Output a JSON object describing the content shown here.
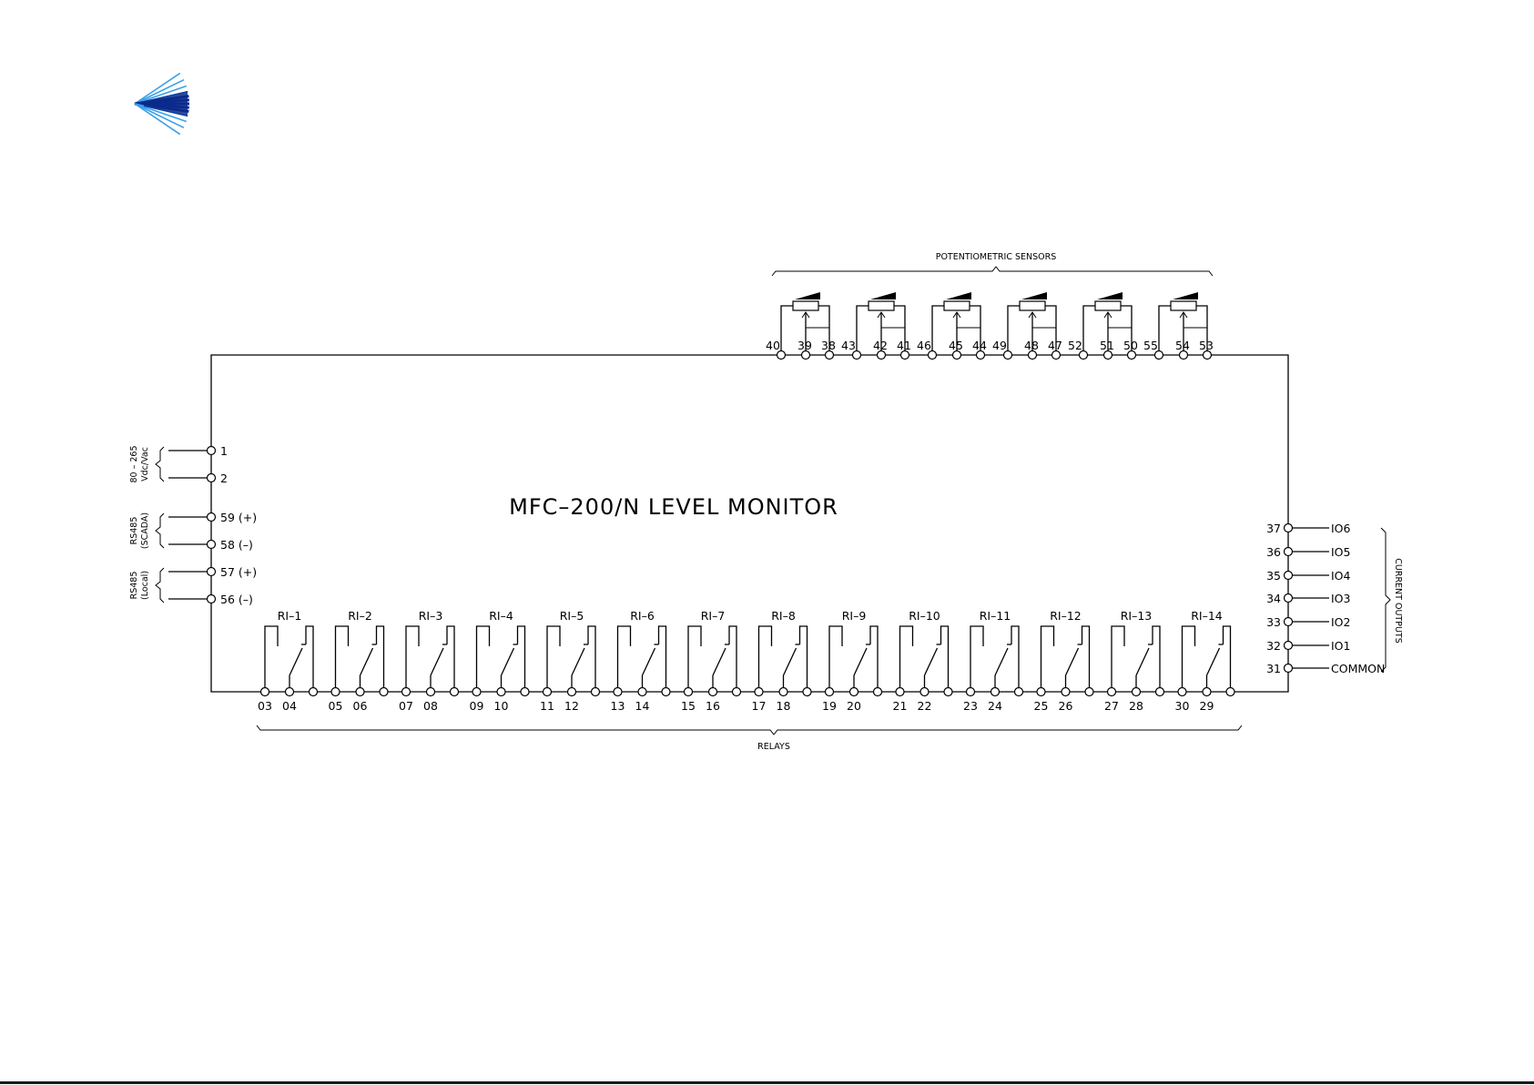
{
  "title": "MFC–200/N LEVEL MONITOR",
  "colors": {
    "line": "#000000",
    "logo_dark": "#0a2a8c",
    "logo_light": "#3aa0e8"
  },
  "logo": {
    "icon": "blue-fan-logo-icon"
  },
  "top_group": {
    "label": "POTENTIOMETRIC SENSORS",
    "sensors": [
      {
        "terminals": [
          "40",
          "39",
          "38"
        ]
      },
      {
        "terminals": [
          "43",
          "42",
          "41"
        ]
      },
      {
        "terminals": [
          "46",
          "45",
          "44"
        ]
      },
      {
        "terminals": [
          "49",
          "48",
          "47"
        ]
      },
      {
        "terminals": [
          "52",
          "51",
          "50"
        ]
      },
      {
        "terminals": [
          "55",
          "54",
          "53"
        ]
      }
    ]
  },
  "left_group": {
    "power": {
      "label_line1": "80 – 265",
      "label_line2": "Vdc/Vac",
      "terminals": [
        "1",
        "2"
      ]
    },
    "scada": {
      "label_line1": "RS485",
      "label_line2": "(SCADA)",
      "terminals": [
        "59 (+)",
        "58 (–)"
      ]
    },
    "local": {
      "label_line1": "RS485",
      "label_line2": "(Local)",
      "terminals": [
        "57 (+)",
        "56 (–)"
      ]
    }
  },
  "right_group": {
    "label": "CURRENT OUTPUTS",
    "outputs": [
      {
        "terminal": "37",
        "name": "IO6"
      },
      {
        "terminal": "36",
        "name": "IO5"
      },
      {
        "terminal": "35",
        "name": "IO4"
      },
      {
        "terminal": "34",
        "name": "IO3"
      },
      {
        "terminal": "33",
        "name": "IO2"
      },
      {
        "terminal": "32",
        "name": "IO1"
      },
      {
        "terminal": "31",
        "name": "COMMON"
      }
    ]
  },
  "bottom_group": {
    "label": "RELAYS",
    "relays": [
      {
        "name": "RI–1",
        "terminals": [
          "03",
          "04"
        ]
      },
      {
        "name": "RI–2",
        "terminals": [
          "05",
          "06"
        ]
      },
      {
        "name": "RI–3",
        "terminals": [
          "07",
          "08"
        ]
      },
      {
        "name": "RI–4",
        "terminals": [
          "09",
          "10"
        ]
      },
      {
        "name": "RI–5",
        "terminals": [
          "11",
          "12"
        ]
      },
      {
        "name": "RI–6",
        "terminals": [
          "13",
          "14"
        ]
      },
      {
        "name": "RI–7",
        "terminals": [
          "15",
          "16"
        ]
      },
      {
        "name": "RI–8",
        "terminals": [
          "17",
          "18"
        ]
      },
      {
        "name": "RI–9",
        "terminals": [
          "19",
          "20"
        ]
      },
      {
        "name": "RI–10",
        "terminals": [
          "21",
          "22"
        ]
      },
      {
        "name": "RI–11",
        "terminals": [
          "23",
          "24"
        ]
      },
      {
        "name": "RI–12",
        "terminals": [
          "25",
          "26"
        ]
      },
      {
        "name": "RI–13",
        "terminals": [
          "27",
          "28"
        ]
      },
      {
        "name": "RI–14",
        "terminals": [
          "30",
          "29"
        ]
      }
    ]
  }
}
